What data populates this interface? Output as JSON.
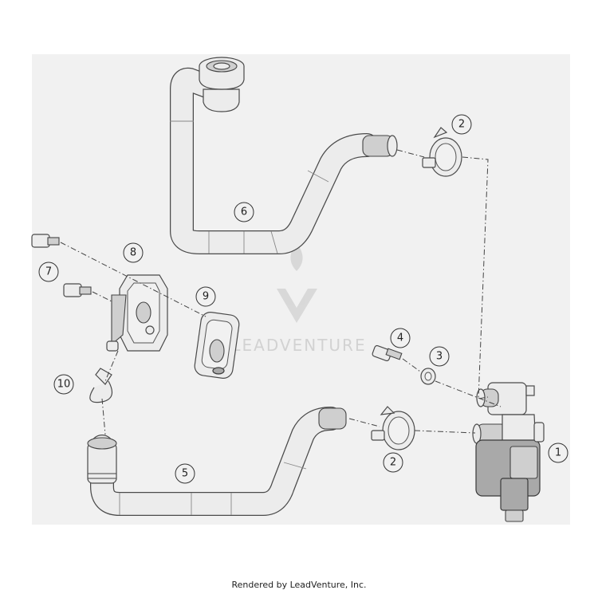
{
  "diagram": {
    "callouts": [
      {
        "id": "c1",
        "label": "1"
      },
      {
        "id": "c2a",
        "label": "2"
      },
      {
        "id": "c2b",
        "label": "2"
      },
      {
        "id": "c3",
        "label": "3"
      },
      {
        "id": "c4",
        "label": "4"
      },
      {
        "id": "c5",
        "label": "5"
      },
      {
        "id": "c6",
        "label": "6"
      },
      {
        "id": "c7",
        "label": "7"
      },
      {
        "id": "c8",
        "label": "8"
      },
      {
        "id": "c9",
        "label": "9"
      },
      {
        "id": "c10",
        "label": "10"
      }
    ]
  },
  "watermark": {
    "brand": "LEADVENTURE"
  },
  "footer": {
    "credit": "Rendered by LeadVenture, Inc."
  }
}
